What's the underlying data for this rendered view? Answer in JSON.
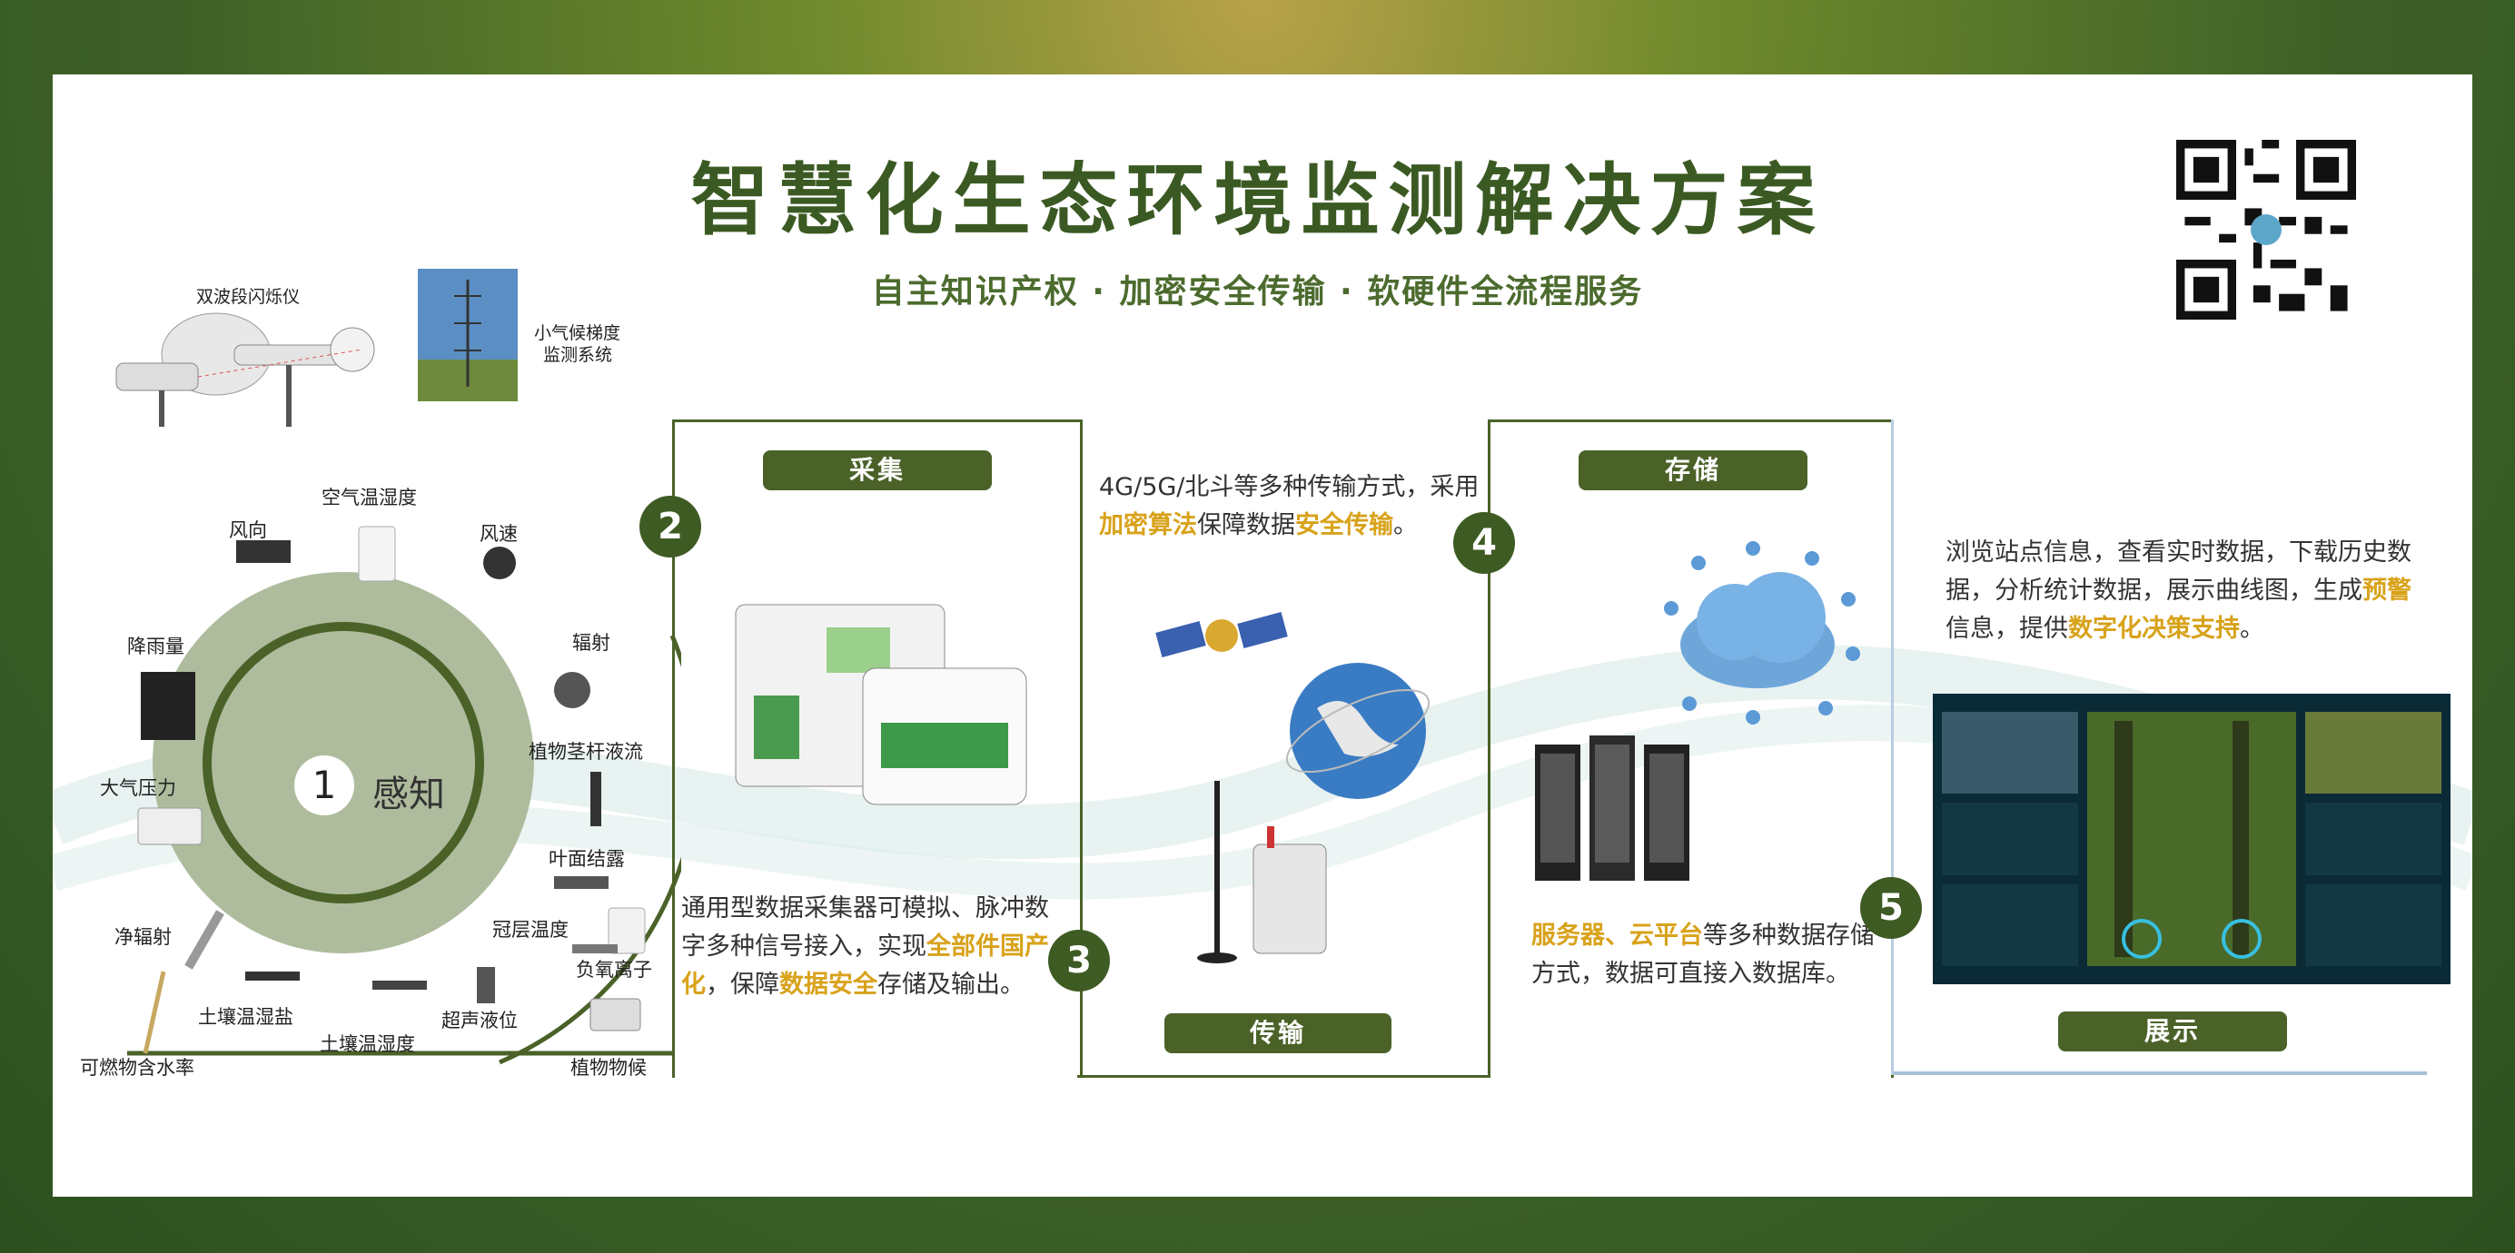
{
  "header": {
    "title": "智慧化生态环境监测解决方案",
    "subtitle": "自主知识产权 · 加密安全传输 · 软硬件全流程服务"
  },
  "devices": {
    "scintillometer": "双波段闪烁仪",
    "gradient_line1": "小气候梯度",
    "gradient_line2": "监测系统"
  },
  "sensing": {
    "number": "1",
    "label": "感知",
    "sensors": [
      "空气温湿度",
      "风向",
      "风速",
      "降雨量",
      "辐射",
      "植物茎杆液流",
      "大气压力",
      "叶面结露",
      "冠层温度",
      "负氧离子",
      "净辐射",
      "土壤温湿盐",
      "超声液位",
      "土壤温湿度",
      "可燃物含水率",
      "植物物候"
    ]
  },
  "stages": {
    "collect": {
      "number": "2",
      "label": "采集",
      "number3": "3",
      "desc_a": "通用型数据采集器可模拟、脉冲数字多种信号接入，实现",
      "desc_hl1": "全部件国产化",
      "desc_b": "，保障",
      "desc_hl2": "数据安全",
      "desc_c": "存储及输出。"
    },
    "transmit": {
      "label": "传输",
      "desc_a": "4G/5G/北斗等多种传输方式，采用",
      "desc_hl1": "加密算法",
      "desc_b": "保障数据",
      "desc_hl2": "安全传输",
      "desc_c": "。"
    },
    "store": {
      "number": "4",
      "label": "存储",
      "desc_hl": "服务器、云平台",
      "desc_a": "等多种数据存储方式，数据可直接入数据库。"
    },
    "display": {
      "number": "5",
      "label": "展示",
      "desc_a": "浏览站点信息，查看实时数据，下载历史数据，分析统计数据，展示曲线图，生成",
      "desc_hl1": "预警",
      "desc_b": "信息，提供",
      "desc_hl2": "数字化决策支持",
      "desc_c": "。"
    }
  },
  "colors": {
    "brand": "#4a6228",
    "highlight": "#d8a21a",
    "circle": "#aebc9d"
  },
  "icons": [
    "qr-code-icon",
    "satellite-icon",
    "globe-icon",
    "antenna-icon",
    "cloud-icon",
    "server-icon"
  ]
}
